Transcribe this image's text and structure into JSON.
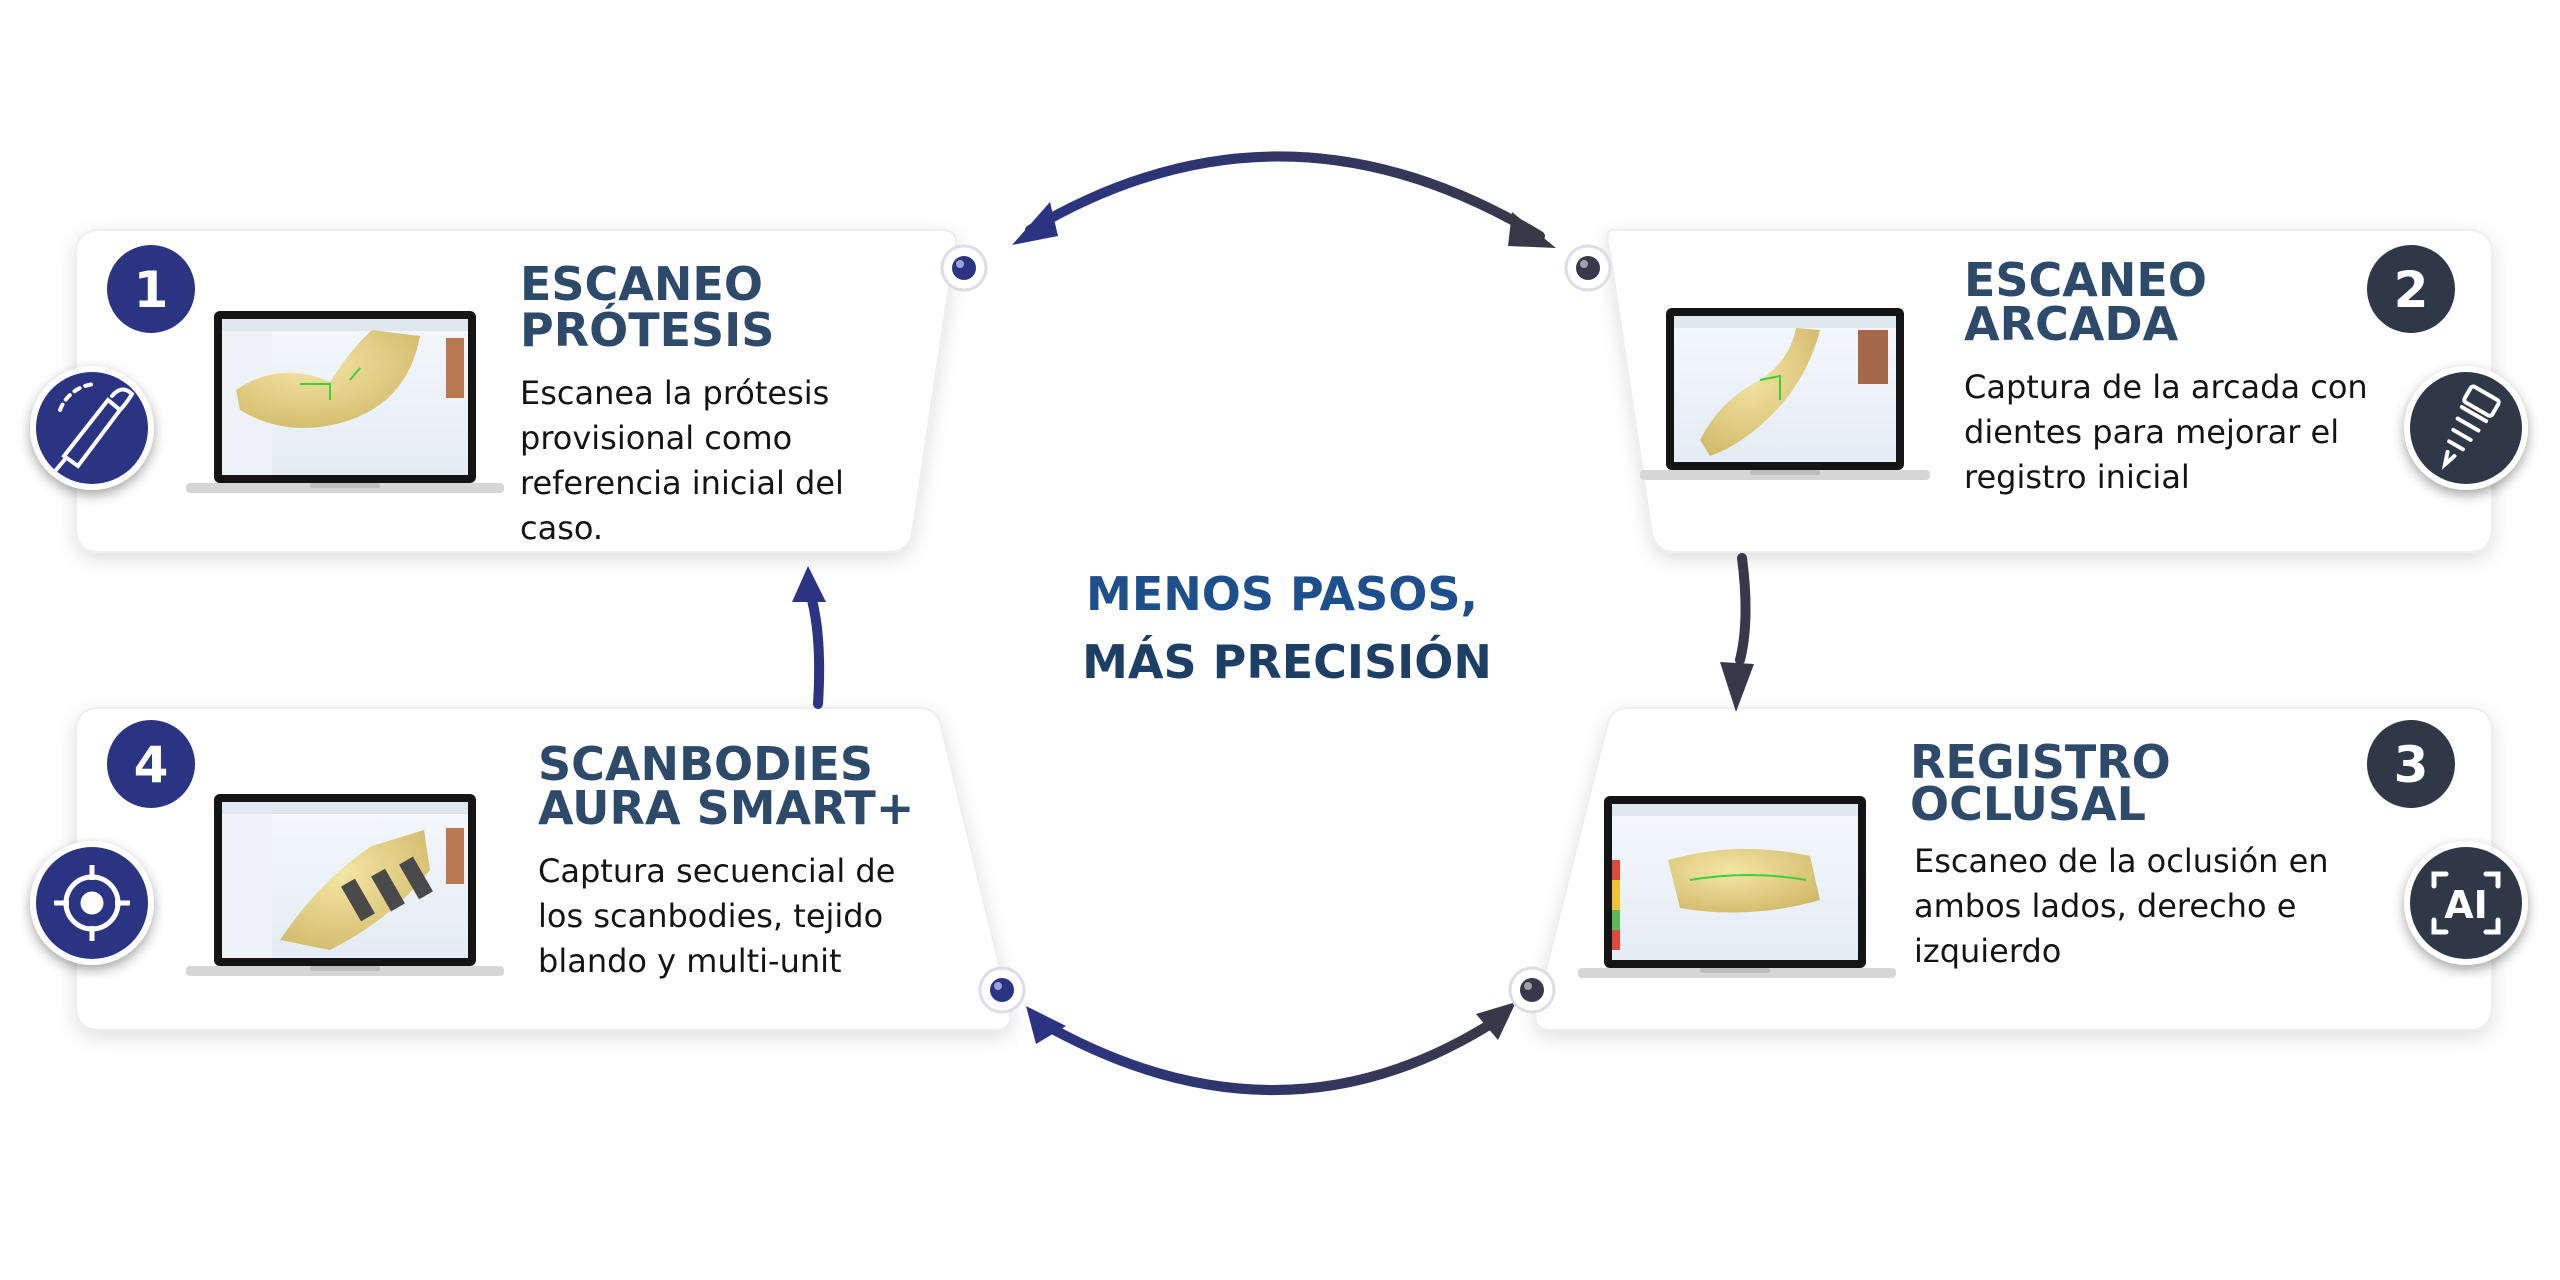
{
  "center": {
    "line1": "MENOS PASOS,",
    "line2": "MÁS PRECISIÓN"
  },
  "steps": [
    {
      "number": "1",
      "title_line1": "ESCANEO",
      "title_line2": "PRÓTESIS",
      "desc": [
        "Escanea la prótesis",
        "provisional como",
        "referencia inicial del",
        "caso."
      ],
      "icon": "scanner-pen-icon",
      "badge_color": "#2b3483"
    },
    {
      "number": "2",
      "title_line1": "ESCANEO",
      "title_line2": "ARCADA",
      "desc": [
        "Captura de la arcada con",
        "dientes para mejorar el",
        "registro inicial"
      ],
      "icon": "implant-icon",
      "badge_color": "#2f3847"
    },
    {
      "number": "3",
      "title_line1": "REGISTRO",
      "title_line2": "OCLUSAL",
      "desc": [
        "Escaneo de la oclusión en",
        "ambos lados, derecho e",
        "izquierdo"
      ],
      "icon": "ai-icon",
      "badge_color": "#2f3847"
    },
    {
      "number": "4",
      "title_line1": "SCANBODIES",
      "title_line2": "AURA SMART+",
      "desc": [
        "Captura secuencial de",
        "los scanbodies, tejido",
        "blando y multi-unit"
      ],
      "icon": "target-icon",
      "badge_color": "#2b3483"
    }
  ],
  "colors": {
    "navy": "#2b3483",
    "slate": "#2f3847",
    "title": "#2e4a6b",
    "center_blue": "#1d4f8c"
  }
}
